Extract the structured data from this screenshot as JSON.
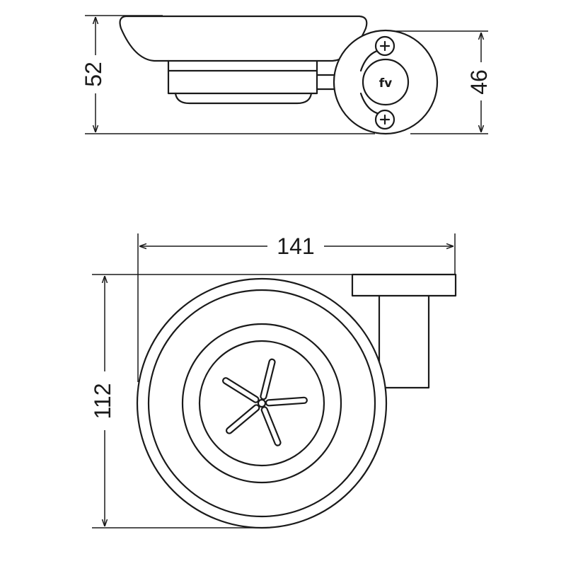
{
  "dimensions": {
    "side_height_total": "52",
    "side_height_mount": "46",
    "top_width": "141",
    "top_depth": "112"
  },
  "logo": "fv",
  "colors": {
    "line": "#1a1a1a",
    "background": "#ffffff"
  }
}
